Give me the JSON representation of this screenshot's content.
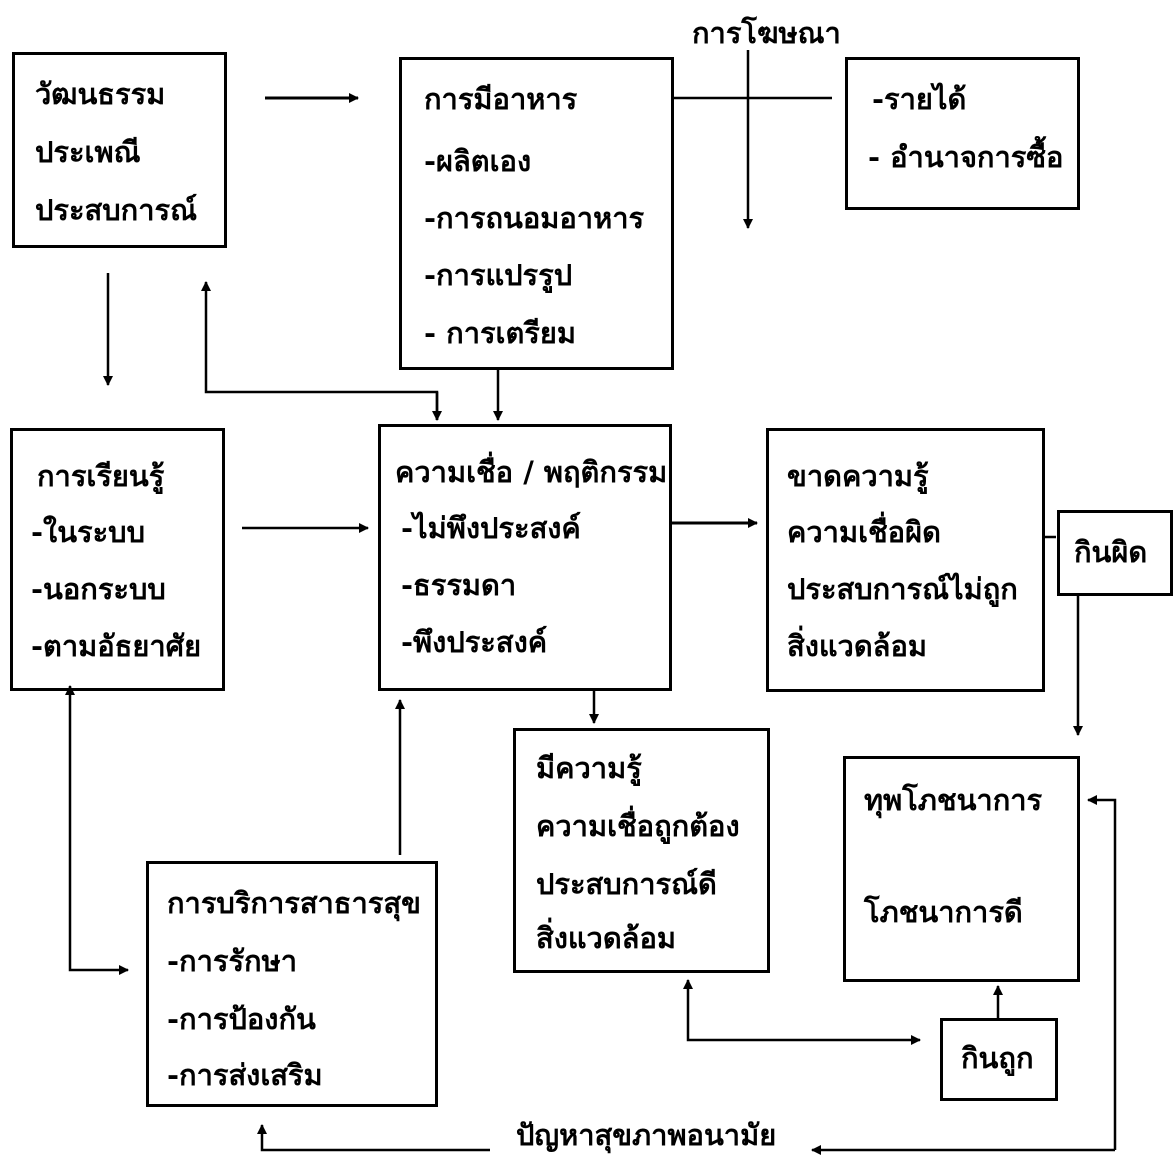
{
  "diagram": {
    "boxes": {
      "culture": {
        "lines": [
          "วัฒนธรรม",
          "ประเพณี",
          "ประสบการณ์"
        ]
      },
      "food": {
        "lines": [
          "การมีอาหาร",
          "-ผลิตเอง",
          "-การถนอมอาหาร",
          "-การแปรรูป",
          "- การเตรียม"
        ]
      },
      "income": {
        "lines": [
          "-รายได้",
          "- อำนาจการซื้อ"
        ]
      },
      "learning": {
        "lines": [
          "การเรียนรู้",
          "-ในระบบ",
          "-นอกระบบ",
          "-ตามอัธยาศัย"
        ]
      },
      "belief": {
        "lines": [
          "ความเชื่อ / พฤติกรรม",
          "-ไม่พึงประสงค์",
          "-ธรรมดา",
          "-พึงประสงค์"
        ]
      },
      "lack": {
        "lines": [
          "ขาดความรู้",
          "ความเชื่อผิด",
          "ประสบการณ์ไม่ถูก",
          "สิ่งแวดล้อม"
        ]
      },
      "eat_wrong": {
        "lines": [
          "กินผิด"
        ]
      },
      "knowledge": {
        "lines": [
          "มีความรู้",
          "ความเชื่อถูกต้อง",
          "ประสบการณ์ดี",
          "สิ่งแวดล้อม"
        ]
      },
      "nutrition": {
        "lines": [
          "ทุพโภชนาการ",
          "โภชนาการดี"
        ]
      },
      "service": {
        "lines": [
          "การบริการสาธารสุข",
          "-การรักษา",
          "-การป้องกัน",
          "-การส่งเสริม"
        ]
      },
      "eat_right": {
        "lines": [
          "กินถูก"
        ]
      }
    },
    "labels": {
      "advertising": "การโฆษณา",
      "health_problem": "ปัญหาสุขภาพอนามัย"
    }
  }
}
